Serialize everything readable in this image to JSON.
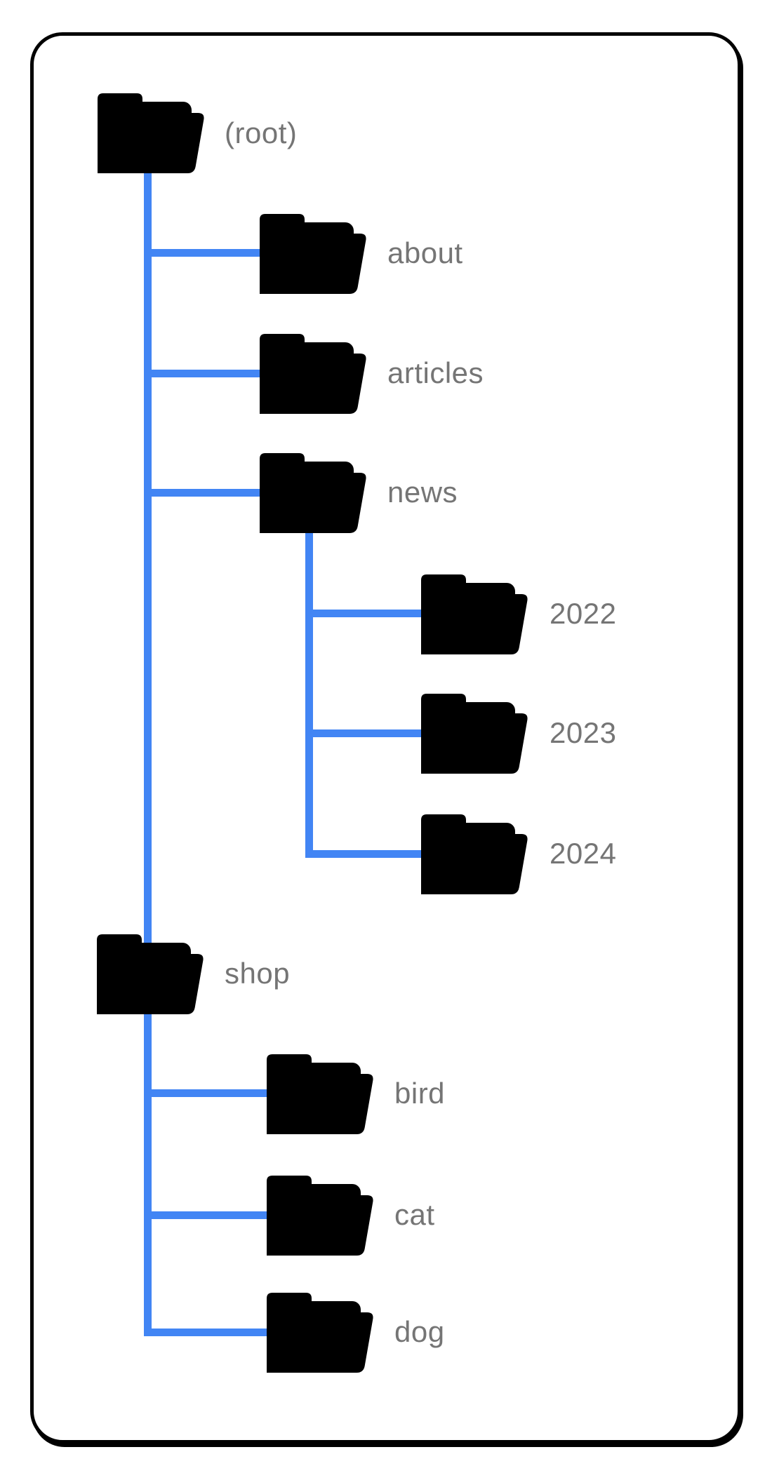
{
  "diagram": {
    "type": "site-folder-tree",
    "tree": {
      "nodes": [
        {
          "id": "root",
          "label": "(root)",
          "parent": null
        },
        {
          "id": "about",
          "label": "about",
          "parent": "root"
        },
        {
          "id": "articles",
          "label": "articles",
          "parent": "root"
        },
        {
          "id": "news",
          "label": "news",
          "parent": "root"
        },
        {
          "id": "y2022",
          "label": "2022",
          "parent": "news"
        },
        {
          "id": "y2023",
          "label": "2023",
          "parent": "news"
        },
        {
          "id": "y2024",
          "label": "2024",
          "parent": "news"
        },
        {
          "id": "shop",
          "label": "shop",
          "parent": "root"
        },
        {
          "id": "bird",
          "label": "bird",
          "parent": "shop"
        },
        {
          "id": "cat",
          "label": "cat",
          "parent": "shop"
        },
        {
          "id": "dog",
          "label": "dog",
          "parent": "shop"
        }
      ]
    }
  },
  "colors": {
    "background": "#ffffff",
    "frame-border": "#000000",
    "line": "#4285f4",
    "folder-front": "#afc9f6",
    "folder-mid": "#dde8fc",
    "folder-back": "#d6e2fa",
    "label": "#757575"
  }
}
